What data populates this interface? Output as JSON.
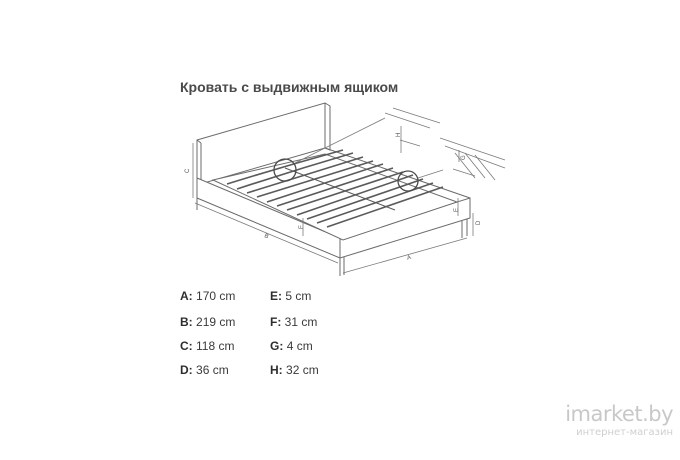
{
  "title": "Кровать с выдвижным ящиком",
  "drawing_labels": {
    "a": "A",
    "b": "B",
    "c": "C",
    "d": "D",
    "e": "E",
    "f": "F",
    "g": "G",
    "h": "H"
  },
  "dimensions": [
    {
      "label": "A:",
      "value": "170 cm"
    },
    {
      "label": "B:",
      "value": "219 cm"
    },
    {
      "label": "C:",
      "value": "118 cm"
    },
    {
      "label": "D:",
      "value": "36 cm"
    },
    {
      "label": "E:",
      "value": "5 cm"
    },
    {
      "label": "F:",
      "value": "31 cm"
    },
    {
      "label": "G:",
      "value": "4 cm"
    },
    {
      "label": "H:",
      "value": "32 cm"
    }
  ],
  "watermark": {
    "main": "imarket.by",
    "sub": "интернет-магазин"
  },
  "colors": {
    "line": "#6b6b6b",
    "text": "#3a3a3a",
    "watermark": "#c8c8c8"
  }
}
